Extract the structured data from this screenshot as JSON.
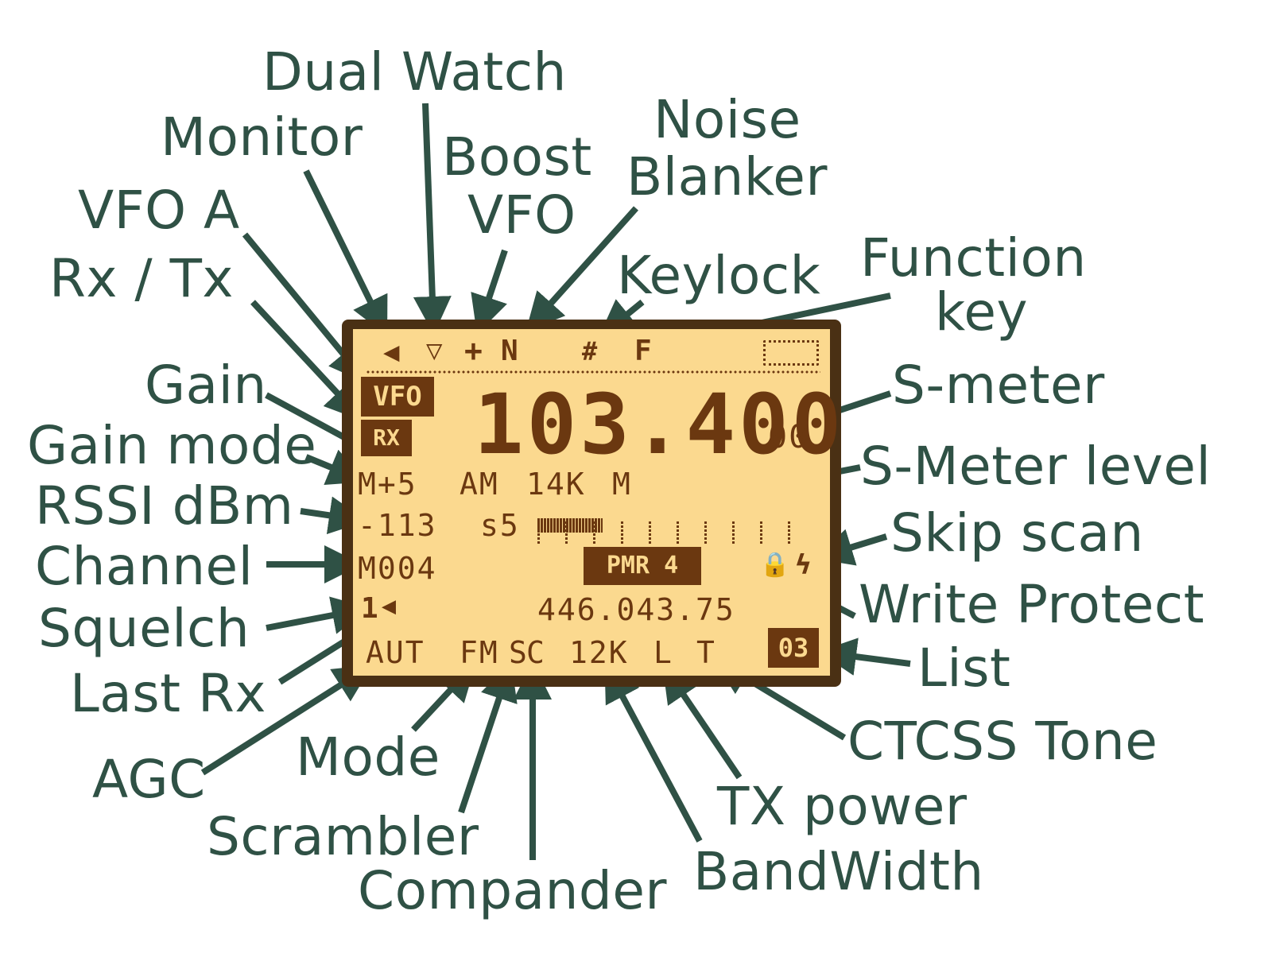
{
  "labels": {
    "dual_watch": "Dual Watch",
    "monitor": "Monitor",
    "boost_vfo_1": "Boost",
    "boost_vfo_2": "VFO",
    "noise_blanker_1": "Noise",
    "noise_blanker_2": "Blanker",
    "vfo_a": "VFO A",
    "rx_tx": "Rx / Tx",
    "keylock": "Keylock",
    "function_key_1": "Function",
    "function_key_2": "key",
    "gain": "Gain",
    "gain_mode": "Gain mode",
    "rssi_dbm": "RSSI dBm",
    "channel": "Channel",
    "squelch": "Squelch",
    "last_rx": "Last Rx",
    "agc": "AGC",
    "mode": "Mode",
    "scrambler": "Scrambler",
    "compander": "Compander",
    "bandwidth": "BandWidth",
    "tx_power": "TX power",
    "ctcss_tone": "CTCSS Tone",
    "list": "List",
    "write_protect": "Write Protect",
    "skip_scan": "Skip scan",
    "s_meter_level": "S-Meter level",
    "s_meter": "S-meter"
  },
  "lcd": {
    "status_bar": {
      "monitor_icon": "◀",
      "dual_watch_icon": "▽",
      "boost_icon": "+",
      "noise_blanker": "N",
      "keylock_icon": "#",
      "function_key": "F"
    },
    "vfo_badge": "VFO",
    "rxtx_badge": "RX",
    "main_frequency": "103.400",
    "main_frequency_suffix": "00",
    "gain_row": "M+5",
    "modulation": "AM",
    "bandwidth_main": "14K",
    "step_mode": "M",
    "rssi": "-113",
    "s_unit": "s5",
    "s_meter_level": 0.3,
    "channel": "M004",
    "channel_name": "PMR 4",
    "write_protect_icon": "🔒",
    "skip_scan_icon": "ϟ",
    "squelch": "1",
    "squelch_icon": "◀",
    "second_frequency": "446.043.75",
    "agc": "AUT",
    "mode": "FM",
    "scrambler": "S",
    "compander": "C",
    "bandwidth": "12K",
    "tx_power": "L",
    "ctcss": "T",
    "list": "03"
  },
  "colors": {
    "label": "#2f5145",
    "lcd_background": "#fbd98f",
    "lcd_pixel": "#6b3810",
    "bezel": "#4a3014"
  }
}
